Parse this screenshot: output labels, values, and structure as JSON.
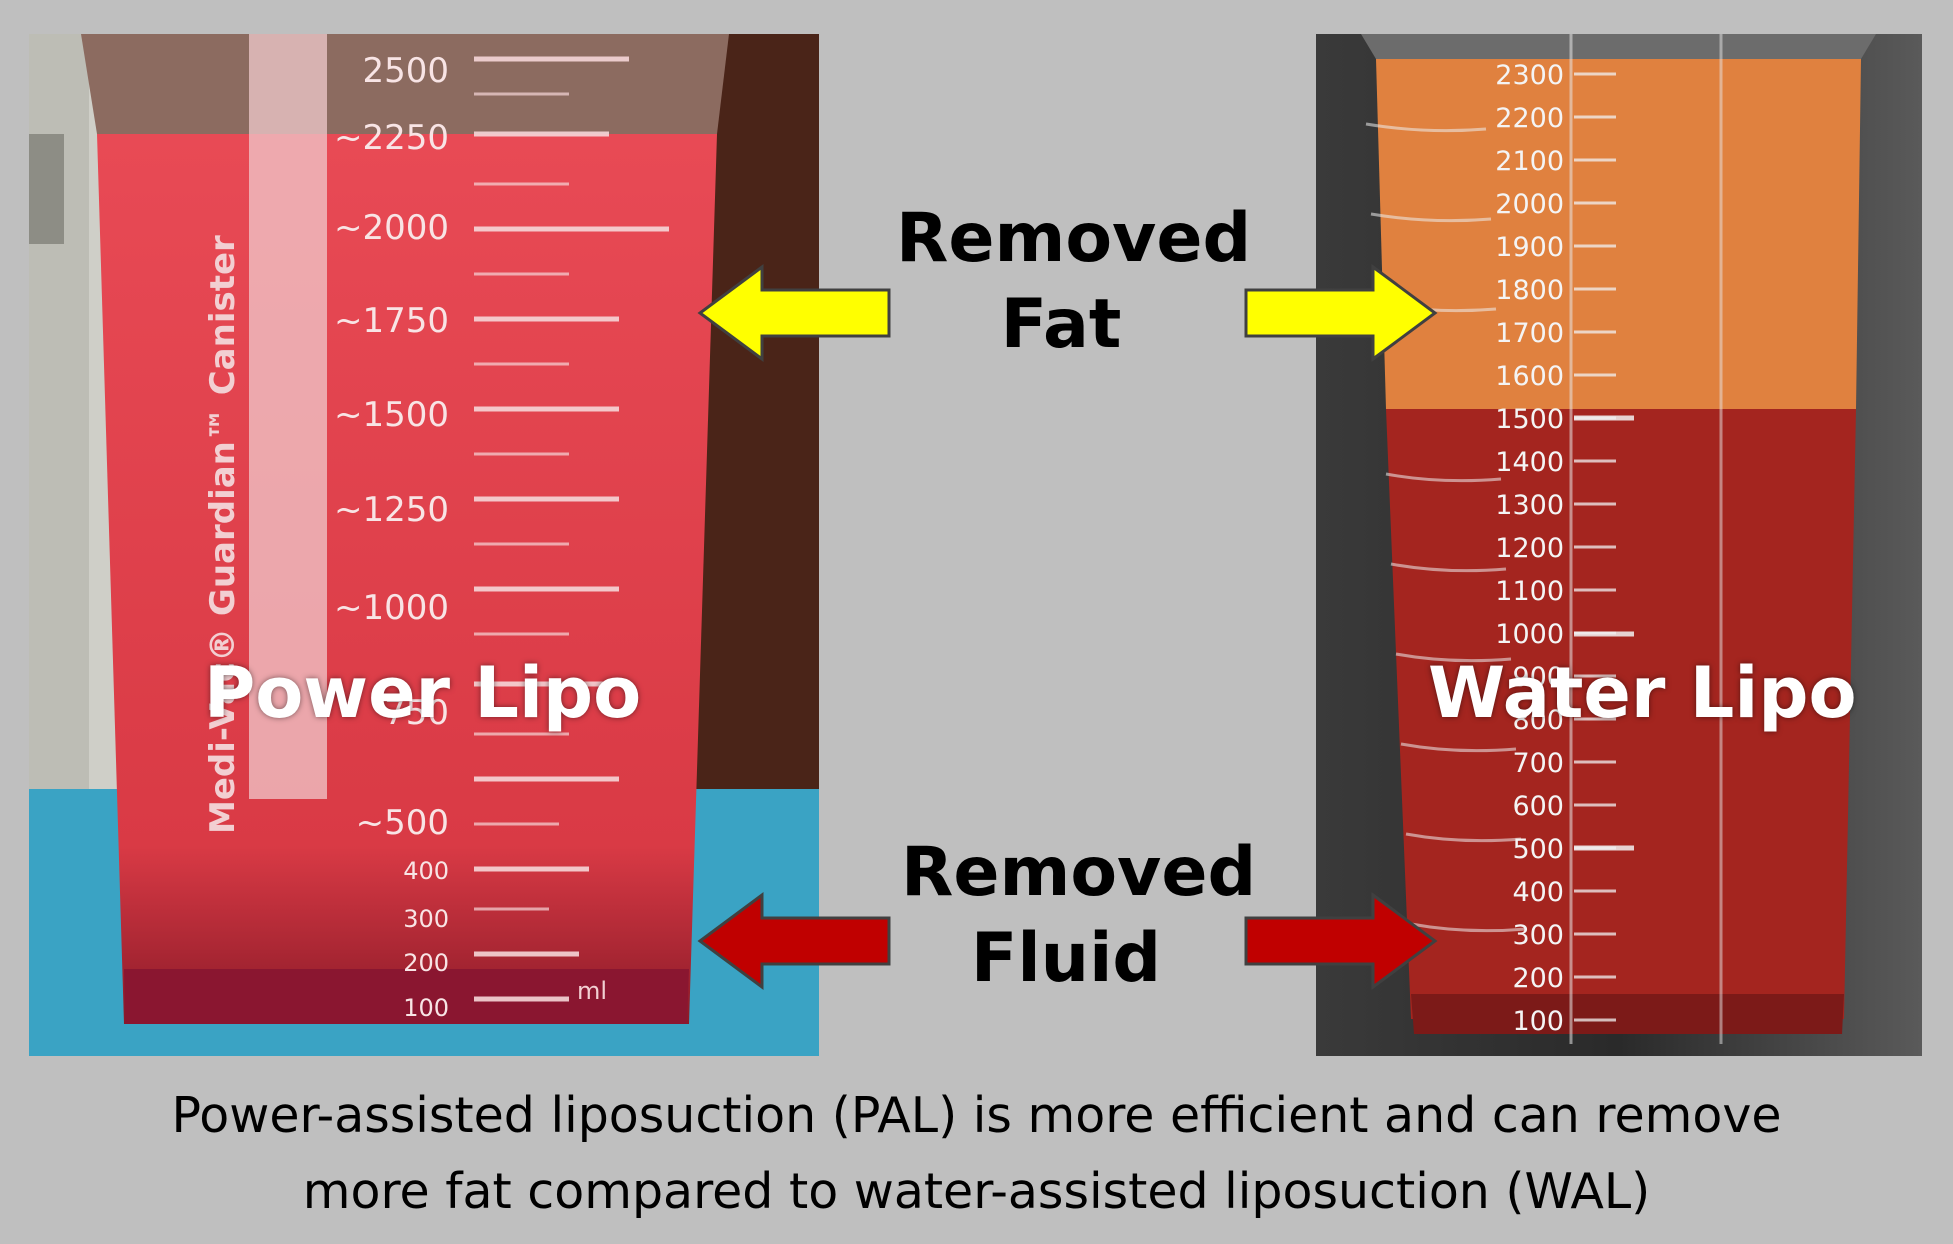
{
  "left_photo": {
    "label": "Power Lipo",
    "graduations": [
      "2500",
      "~2250",
      "~2000",
      "~1750",
      "~1500",
      "~1250",
      "~1000",
      "750",
      "~500",
      "400",
      "300",
      "200",
      "100"
    ],
    "canister_text": "Medi-Vac® Guardian™ Canister",
    "unit": "ml"
  },
  "right_photo": {
    "label": "Water Lipo",
    "graduations": [
      "2300",
      "2200",
      "2100",
      "2000",
      "1900",
      "1800",
      "1700",
      "1600",
      "1500",
      "1400",
      "1300",
      "1200",
      "1100",
      "1000",
      "900",
      "800",
      "700",
      "600",
      "500",
      "400",
      "300",
      "200",
      "100"
    ]
  },
  "fat_label": [
    "Removed",
    "Fat"
  ],
  "fluid_label": [
    "Removed",
    "Fluid"
  ],
  "colors": {
    "background": "#bfbfbf",
    "fat_arrow": "#ffff00",
    "fluid_arrow": "#c00000"
  },
  "caption": [
    "Power-assisted liposuction (PAL) is more efficient and can remove",
    "more fat compared to water-assisted liposuction (WAL)"
  ]
}
